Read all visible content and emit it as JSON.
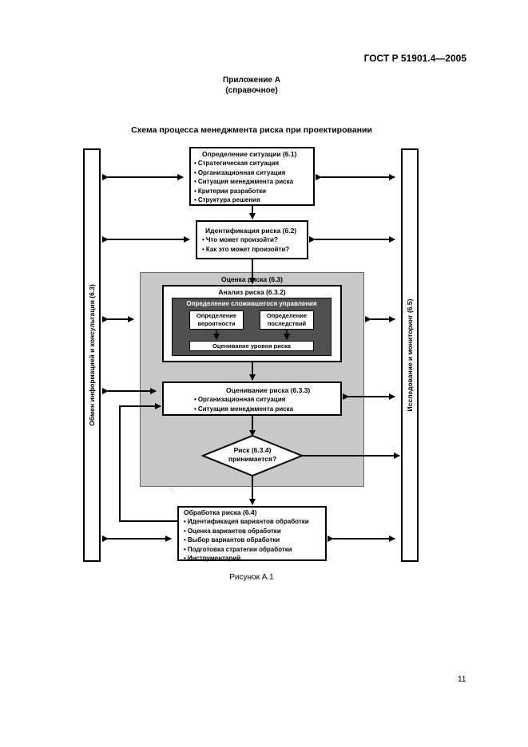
{
  "header": {
    "doc_code": "ГОСТ Р 51901.4—2005",
    "annex_title": "Приложение А",
    "annex_note": "(справочное)",
    "scheme_title": "Схема процесса менеджмента риска при проектировании"
  },
  "side_left": "Обмен информацией и консультации (6.3)",
  "side_right": "Исследование и мониторинг (6.5)",
  "box_context": {
    "title": "Определение ситуации (6.1)",
    "items": [
      "Стратегическая ситуация",
      "Организационная ситуация",
      "Ситуация менеджмента риска",
      "Критерии разработки",
      "Структура решения"
    ]
  },
  "box_identify": {
    "title": "Идентификация риска (6.2)",
    "items": [
      "Что может произойти?",
      "Как это может произойти?"
    ]
  },
  "assessment": {
    "title": "Оценка риска (6.3)",
    "analysis_title": "Анализ риска (6.3.2)",
    "controls_title": "Определение сложившегося управления",
    "probability": "Определение вероятности",
    "consequences": "Определение последствий",
    "level": "Оценивание уровня риска"
  },
  "box_evaluation": {
    "title": "Оценивание риска (6.3.3)",
    "items": [
      "Организационная ситуация",
      "Ситуация менеджмента риска"
    ]
  },
  "decision": {
    "line1": "Риск (6.3.4)",
    "line2": "принимается?"
  },
  "box_treatment": {
    "title": "Обработка риска (6.4)",
    "items": [
      "Идентификация вариантов обработки",
      "Оценка вариантов обработки",
      "Выбор вариантов обработки",
      "Подготовка стратегии обработки",
      "Инструментарий"
    ]
  },
  "caption": "Рисунок А.1",
  "page_number": "11",
  "colors": {
    "assessment_fill": "#c8c8c8",
    "line": "#000000"
  }
}
